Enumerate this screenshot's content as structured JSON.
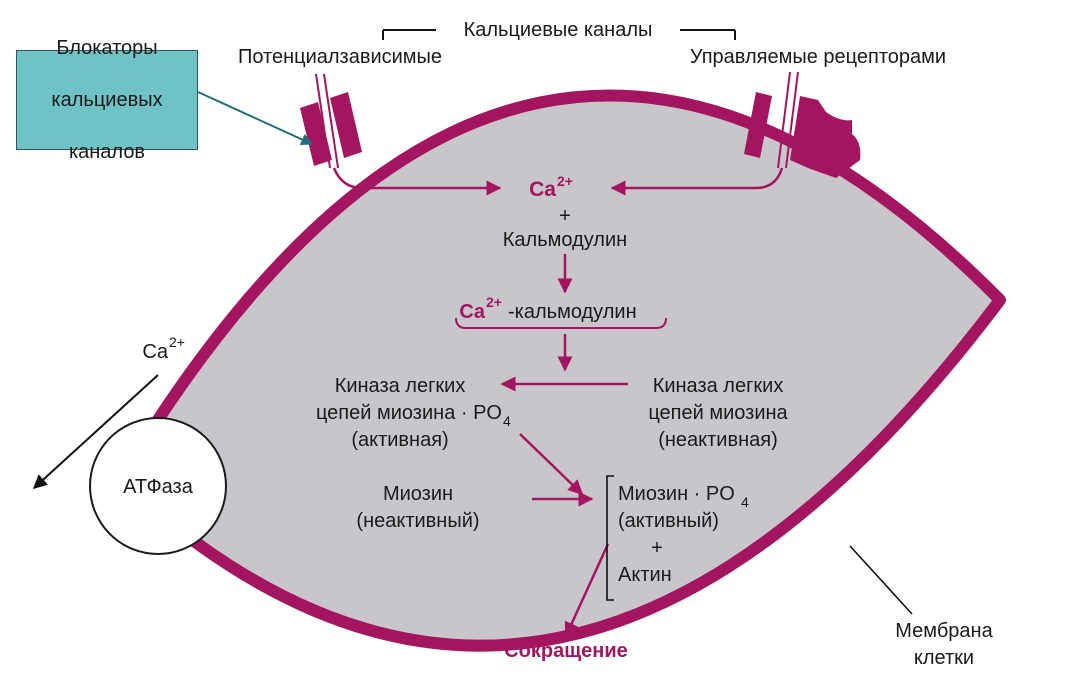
{
  "header": {
    "calcium_channels": "Кальциевые каналы",
    "voltage_dependent": "Потенциалзависимые",
    "receptor_operated": "Управляемые рецепторами"
  },
  "blocker_box": {
    "line1": "Блокаторы",
    "line2": "кальциевых",
    "line3": "каналов"
  },
  "pathway": {
    "ca": "Ca",
    "ca_charge": "2+",
    "plus": "+",
    "calmodulin": "Кальмодулин",
    "ca_calmodulin_suffix": "-кальмодулин",
    "kinase_active_line1": "Киназа легких",
    "kinase_active_line2": "цепей миозина · PO",
    "kinase_active_sub": "4",
    "kinase_active_line3": "(активная)",
    "kinase_inactive_line1": "Киназа легких",
    "kinase_inactive_line2": "цепей миозина",
    "kinase_inactive_line3": "(неактивная)",
    "myosin_line1": "Миозин",
    "myosin_line2": "(неактивный)",
    "myosin_po4_line1": "Миозин · PO",
    "myosin_po4_sub": "4",
    "myosin_po4_line2": "(активный)",
    "actin_plus": "+",
    "actin": "Актин",
    "contraction": "Сокращение"
  },
  "pump": {
    "ca": "Ca",
    "ca_charge": "2+",
    "atpase": "АТФаза"
  },
  "membrane": {
    "line1": "Мембрана",
    "line2": "клетки"
  },
  "colors": {
    "membrane": "#a3165f",
    "cytoplasm": "#c9c6cb",
    "blocker_box": "#6fc2c6",
    "arrow": "#a3165f"
  }
}
